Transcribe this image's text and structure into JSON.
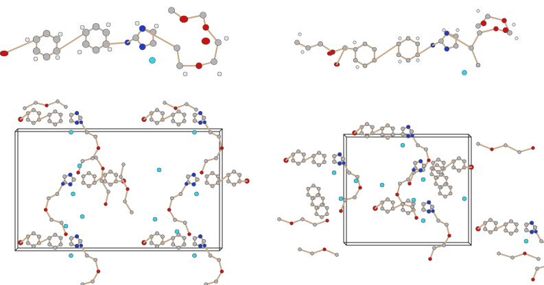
{
  "figure": {
    "panels": [
      {
        "id": "molecule-a",
        "kind": "ortep-molecule"
      },
      {
        "id": "molecule-b",
        "kind": "ortep-molecule"
      },
      {
        "id": "packing-a",
        "kind": "unit-cell-packing"
      },
      {
        "id": "packing-b",
        "kind": "unit-cell-packing"
      }
    ]
  },
  "colors": {
    "carbon": "#b4b4b4",
    "hydrogen": "#e6e6e6",
    "oxygen": "#cc1111",
    "nitrogen": "#1f3cc7",
    "anion": "#35d2e6",
    "bond": "#c9a98a",
    "cell": "#222222"
  }
}
